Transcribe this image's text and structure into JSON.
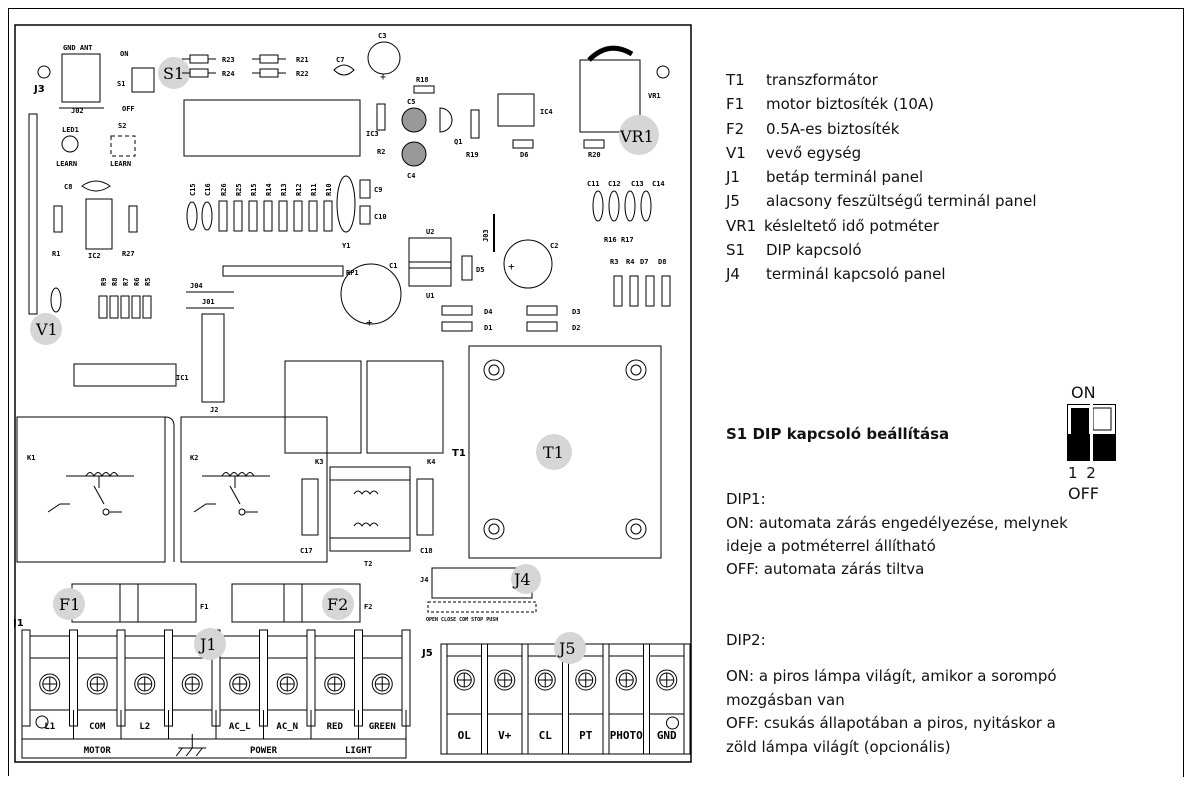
{
  "legend": [
    {
      "code": "T1",
      "text": "transzformátor"
    },
    {
      "code": "F1",
      "text": "motor biztosíték (10A)"
    },
    {
      "code": "F2",
      "text": "0.5A-es biztosíték"
    },
    {
      "code": "V1",
      "text": "vevő egység"
    },
    {
      "code": "J1",
      "text": "betáp terminál panel"
    },
    {
      "code": "J5",
      "text": "alacsony feszültségű terminál panel"
    },
    {
      "code": "VR1",
      "text": "késleltető idő potméter"
    },
    {
      "code": "S1",
      "text": "DIP kapcsoló"
    },
    {
      "code": "J4",
      "text": "terminál kapcsoló panel"
    }
  ],
  "dip": {
    "title": "S1 DIP kapcsoló beállítása",
    "on_label": "ON",
    "off_label": "OFF",
    "switch_numbers": "1 2",
    "dip1_header": "DIP1:",
    "dip1_on": "ON: automata zárás engedélyezése, melynek",
    "dip1_on2": "ideje a potméterrel állítható",
    "dip1_off": "OFF: automata zárás tiltva",
    "dip2_header": "DIP2:",
    "dip2_on": "ON: a piros lámpa világít, amikor a sorompó",
    "dip2_on2": "mozgásban van",
    "dip2_off": "OFF: csukás állapotában a piros, nyitáskor a",
    "dip2_off2": "zöld lámpa világít (opcionális)"
  },
  "board": {
    "callouts": {
      "s1": "S1",
      "vr1": "VR1",
      "v1": "V1",
      "t1": "T1",
      "f1": "F1",
      "f2": "F2",
      "j1": "J1",
      "j4": "J4",
      "j5": "J5"
    },
    "j1_terminals": [
      "L1",
      "COM",
      "L2",
      "",
      "AC_L",
      "AC_N",
      "RED",
      "GREEN"
    ],
    "j1_groups": [
      "MOTOR",
      "POWER",
      "LIGHT"
    ],
    "j5_terminals": [
      "OL",
      "V+",
      "CL",
      "PT",
      "PHOTO",
      "GND"
    ],
    "j4_pins": "OPEN CLOSE COM STOP PUSH",
    "silk": {
      "gnd_ant": "GND ANT",
      "on": "ON",
      "off": "OFF",
      "j3": "J3",
      "j02": "J02",
      "s1": "S1",
      "led1": "LED1",
      "s2": "S2",
      "learn1": "LEARN",
      "learn2": "LEARN",
      "r23": "R23",
      "r24": "R24",
      "r21": "R21",
      "r22": "R22",
      "c7": "C7",
      "c3": "C3",
      "r18": "R18",
      "c5": "C5",
      "c4": "C4",
      "q1": "Q1",
      "r2": "R2",
      "ic3": "IC3",
      "r19": "R19",
      "ic4": "IC4",
      "d6": "D6",
      "r20": "R20",
      "vr1": "VR1",
      "c8": "C8",
      "r1": "R1",
      "ic2": "IC2",
      "r27": "R27",
      "y1": "Y1",
      "c9": "C9",
      "c10": "C10",
      "c15": "C15",
      "c16": "C16",
      "r26": "R26",
      "r25": "R25",
      "r15": "R15",
      "r14": "R14",
      "r13": "R13",
      "r12": "R12",
      "r11": "R11",
      "r10": "R10",
      "c11": "C11",
      "c12": "C12",
      "c13": "C13",
      "c14": "C14",
      "r16": "R16",
      "r17": "R17",
      "r3": "R3",
      "r4": "R4",
      "d7": "D7",
      "d8": "D8",
      "j03": "J03",
      "u2": "U2",
      "u1": "U1",
      "d5": "D5",
      "c1": "C1",
      "c2": "C2",
      "d4": "D4",
      "d1": "D1",
      "d3": "D3",
      "d2": "D2",
      "j04": "J04",
      "j01": "J01",
      "rp1": "RP1",
      "r9": "R9",
      "r8": "R8",
      "r7": "R7",
      "r6": "R6",
      "r5": "R5",
      "ic1": "IC1",
      "j2": "J2",
      "k1": "K1",
      "k2": "K2",
      "k3": "K3",
      "k4": "K4",
      "t1": "T1",
      "t2": "T2",
      "c17": "C17",
      "c18": "C18",
      "f1": "F1",
      "f2": "F2",
      "j4": "J4",
      "j5": "J5",
      "j1": "J1"
    }
  }
}
